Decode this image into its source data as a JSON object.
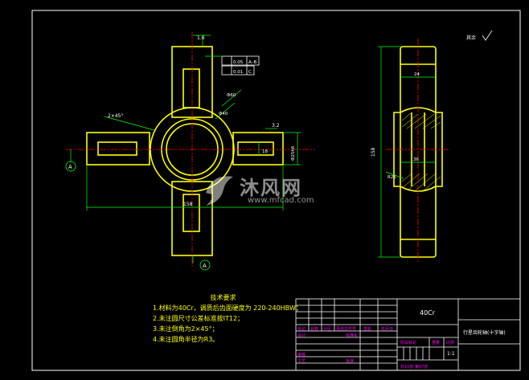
{
  "drawing": {
    "frame_color": "#ffffff",
    "part_color": "#ffff00",
    "centerline_color": "#ff0000",
    "dimension_color": "#00ff00",
    "watermark_color": "#ffffff"
  },
  "labels": {
    "chamfer": "2×45°",
    "surface_finish_top": "1.6",
    "roughness_right": "3.2",
    "tol_flatness": "0.05",
    "tol_datum_ab": "A–B",
    "tol_perp": "0.01",
    "tol_datum_c": "C",
    "dia_outer": "Φ60",
    "dia_inner": "Φ40",
    "dim_width": "Φ25h6",
    "dim_18": "18",
    "dim_158": "158",
    "datum_a": "A",
    "datum_b": "A",
    "dim_24": "24",
    "dim_158_side": "158",
    "dim_36": "36",
    "dim_r25": "R25",
    "corner_note": "其余",
    "watermark_main": "沐风网",
    "watermark_url": "www.mfcad.com"
  },
  "notes": {
    "title": "技术要求",
    "lines": [
      "1.材料为40Cr，调质后齿面硬度为 220-240HBW；",
      "2.未注圆尺寸公差标准按IT12；",
      "3.未注倒角为2×45°；",
      "4.未注圆角半径为R3。"
    ]
  },
  "title_block": {
    "material": "40Cr",
    "part_name": "行星齿轮轴(十字轴)",
    "row_labels": [
      "标记",
      "处数",
      "分区",
      "更改文件号",
      "签名",
      "年月日"
    ],
    "design": "设计",
    "standardize": "标准化",
    "check": "审核",
    "process": "工艺",
    "approve": "批准",
    "stage_label": "阶段标记",
    "weight_label": "重量",
    "scale_label": "比例",
    "scale": "1:1",
    "sheets": "共10张 第07张"
  }
}
